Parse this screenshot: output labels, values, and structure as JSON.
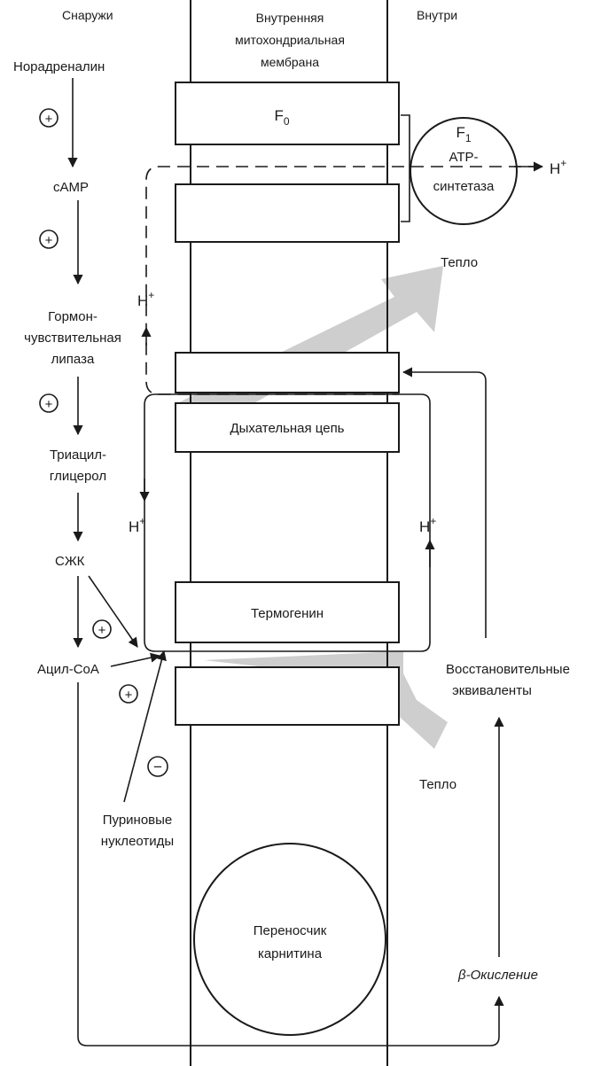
{
  "labels": {
    "outside": "Снаружи",
    "membrane_line1": "Внутренняя",
    "membrane_line2": "митохондриальная",
    "membrane_line3": "мембрана",
    "inside": "Внутри",
    "noradrenaline": "Норадреналин",
    "camp": "cAMP",
    "lipase_line1": "Гормон-",
    "lipase_line2": "чувствительная",
    "lipase_line3": "липаза",
    "triacyl_line1": "Триацил-",
    "triacyl_line2": "глицерол",
    "ffa": "СЖК",
    "acylcoa": "Ацил-CoA",
    "purine_line1": "Пуриновые",
    "purine_line2": "нуклеотиды",
    "f0_main": "F",
    "f0_sub": "0",
    "f1_main": "F",
    "f1_sub": "1",
    "atp_line1": "ATP-",
    "atp_line2": "синтетаза",
    "h_plus_right": "H",
    "h_plus_up": "H",
    "h_plus_down": "H",
    "h_plus_inner": "H",
    "plus_sign": "+",
    "heat_top": "Тепло",
    "heat_bottom": "Тепло",
    "respiratory_chain": "Дыхательная цепь",
    "thermogenin": "Термогенин",
    "reducing_line1": "Восстановительные",
    "reducing_line2": "эквиваленты",
    "carnitine_line1": "Переносчик",
    "carnitine_line2": "карнитина",
    "beta_oxidation": "β-Окисление"
  },
  "signs": {
    "activate_1": "+",
    "activate_2": "+",
    "activate_3": "+",
    "activate_4": "+",
    "activate_5": "+",
    "inhibit_1": "−"
  }
}
